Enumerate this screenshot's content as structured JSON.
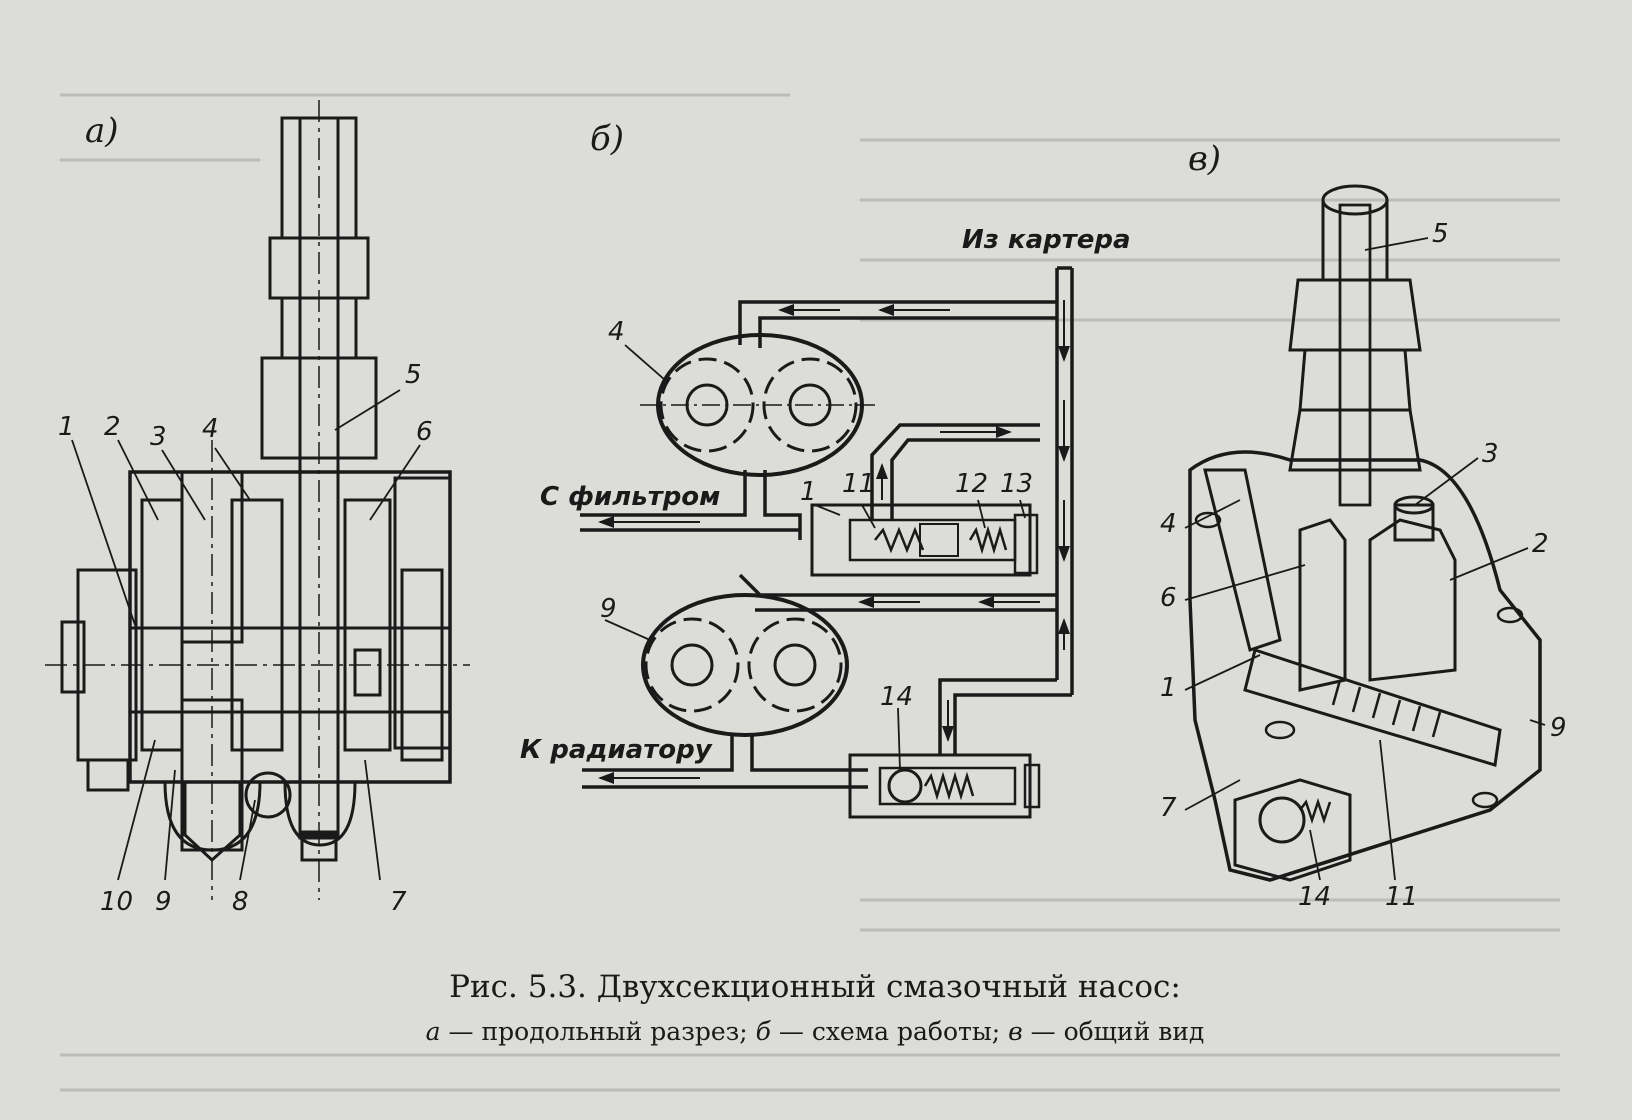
{
  "panels": {
    "a": "а)",
    "b": "б)",
    "c": "в)"
  },
  "section_a": {
    "labels": [
      "1",
      "2",
      "3",
      "4",
      "5",
      "6",
      "7",
      "8",
      "9",
      "10"
    ]
  },
  "section_b": {
    "from_crankcase": "Из картера",
    "with_filter": "С фильтром",
    "to_radiator": "К радиатору",
    "labels": [
      "4",
      "1",
      "11",
      "12",
      "13",
      "9",
      "14"
    ]
  },
  "section_c": {
    "labels": [
      "5",
      "3",
      "2",
      "4",
      "6",
      "1",
      "9",
      "7",
      "14",
      "11"
    ]
  },
  "caption": {
    "title": "Рис. 5.3. Двухсекционный смазочный насос:",
    "a_letter": "а",
    "a_text": " — продольный разрез; ",
    "b_letter": "б",
    "b_text": " — схема работы; ",
    "c_letter": "в",
    "c_text": " — общий вид"
  },
  "colors": {
    "paper": "#dcdcd8",
    "ink": "#1a1a1a"
  }
}
